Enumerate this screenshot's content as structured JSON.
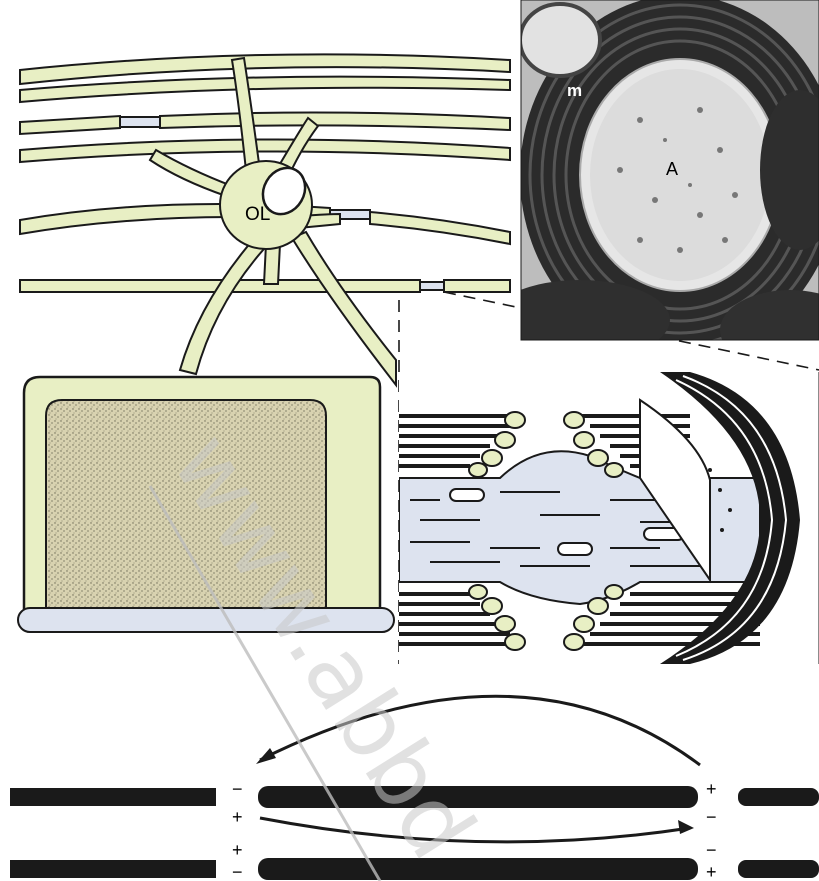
{
  "labels": {
    "oligodendrocyte": "OL",
    "myelin": "m",
    "axon": "A"
  },
  "polarity": {
    "left_node_upper": "−",
    "left_node_lower": "+",
    "right_node_upper": "+",
    "right_node_lower": "−",
    "left_node_2_upper": "+",
    "left_node_2_lower": "−",
    "right_node_2_upper": "−",
    "right_node_2_lower": "+"
  },
  "watermark": "www.abbd",
  "colors": {
    "sheath": "#e8efc4",
    "axon": "#dde3ef",
    "outline": "#1a1a1a",
    "stipple": "#cfcaa8"
  }
}
